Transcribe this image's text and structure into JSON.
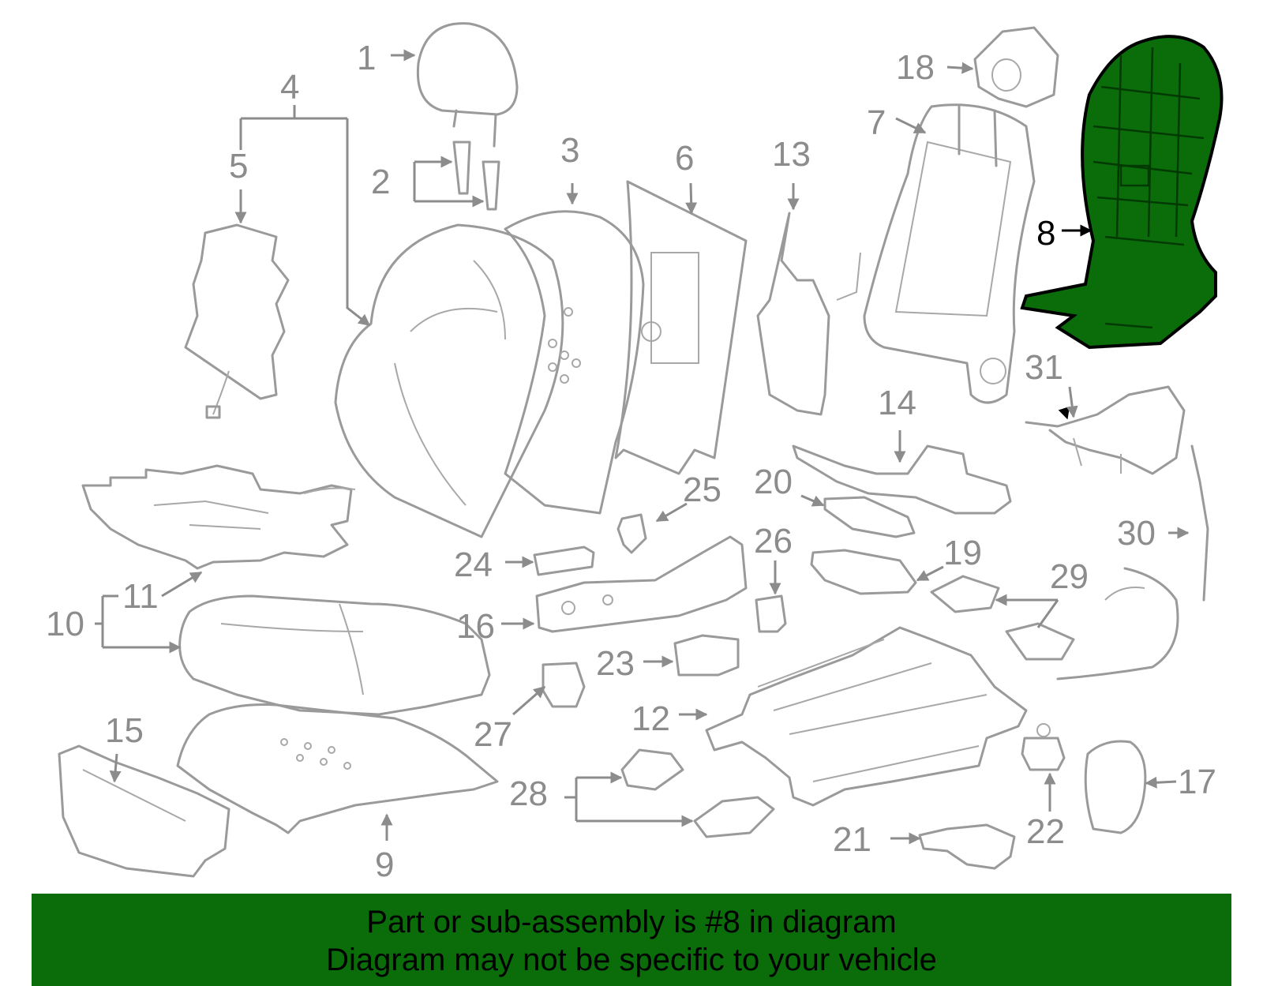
{
  "diagram": {
    "highlighted_part": "8",
    "highlight_color": "#0a6d0a",
    "line_color": "#9a9a9a",
    "callouts": [
      "1",
      "2",
      "3",
      "4",
      "5",
      "6",
      "7",
      "8",
      "9",
      "10",
      "11",
      "12",
      "13",
      "14",
      "15",
      "16",
      "17",
      "18",
      "19",
      "20",
      "21",
      "22",
      "23",
      "24",
      "25",
      "26",
      "27",
      "28",
      "29",
      "30",
      "31"
    ]
  },
  "banner": {
    "line1": "Part or sub-assembly is #8 in diagram",
    "line2": "Diagram may not be specific to your vehicle"
  }
}
